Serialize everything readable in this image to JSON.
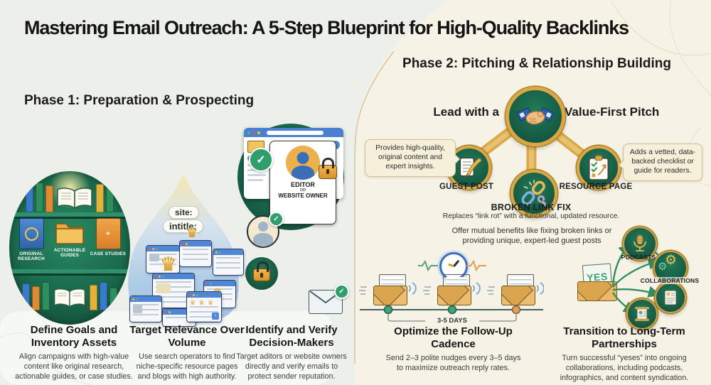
{
  "title": "Mastering Email Outreach: A 5-Step Blueprint for High-Quality Backlinks",
  "colors": {
    "accent_gold": "#D9A744",
    "brand_green": "#17604A",
    "background_left": "#EDF0EA",
    "background_right": "#F6F2E5",
    "callout_bg": "#F6F0DB"
  },
  "icons": {
    "crown": "♛",
    "crown_row": "♛ ♛ ♛",
    "gear": "⚙",
    "check": "✓"
  },
  "phase1": {
    "heading": "Phase 1: Preparation & Prospecting",
    "bookshelf": {
      "labels": [
        "ORIGINAL RESEARCH",
        "ACTIONABLE GUIDES",
        "CASE STUDIES"
      ]
    },
    "funnel": {
      "operators": [
        "site:",
        "intitle:"
      ]
    },
    "verify_card": {
      "line1": "EDITOR",
      "line2": "OD",
      "line3": "WEBSITE OWNER"
    },
    "steps": [
      {
        "title": "Define Goals and Inventory Assets",
        "description": "Align campaigns with high-value content like original research, actionable guides, or case studies."
      },
      {
        "title": "Target Relevance Over Volume",
        "description": "Use search operators to find niche-specific resource pages and blogs with high authority."
      },
      {
        "title": "Identify and Verify Decision-Makers",
        "description": "Target aditors or website owners directly and verify emails to protect sender reputation."
      }
    ]
  },
  "phase2": {
    "heading": "Phase 2: Pitching & Relationship Building",
    "pitch": {
      "lead": "Lead with a",
      "tail": "Value-First Pitch"
    },
    "callouts": {
      "guest_post": "Provides high-quality, original content and expert insights.",
      "resource_page": "Adds a vetted, data-backed checklist or guide for readers."
    },
    "channels": {
      "guest_post": "GUEST POST",
      "broken_link": "BROKEN LINK FIX",
      "broken_link_sub": "Replaces “link rot” with a functional, updated resource.",
      "resource_page": "RESOURCE PAGE"
    },
    "mutual_benefits": "Offer mutual benefits like fixing broken links or providing unique, expert-led guest posts",
    "cadence": {
      "interval": "3-5 DAYS",
      "title": "Optimize the Follow-Up Cadence",
      "description": "Send 2–3 polite nudges every 3–5 days to maximize outreach reply rates."
    },
    "partnerships": {
      "yes": "YES",
      "podcasts": "PODCASTS",
      "collaborations": "COLLABORATIONS",
      "title": "Transition to Long-Term Partnerships",
      "description": "Turn successful “yeses” into ongoing collaborations, including podcasts, infographics, and content syndication."
    }
  }
}
